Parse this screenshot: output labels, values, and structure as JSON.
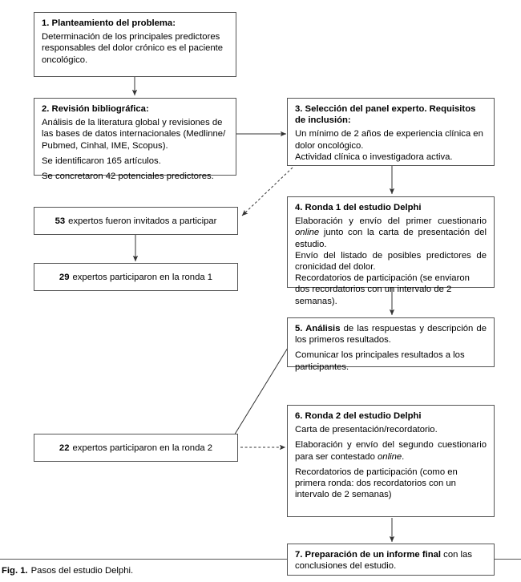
{
  "figure": {
    "caption_label": "Fig. 1.",
    "caption_text": "Pasos del estudio Delphi.",
    "line_color": "#555555",
    "background": "#ffffff"
  },
  "boxes": {
    "step1": {
      "heading": "1. Planteamiento del problema:",
      "body1": "Determinación de los principales predictores responsables del dolor crónico es el paciente oncológico."
    },
    "step2": {
      "heading": "2. Revisión bibliográfica:",
      "body1": "Análisis de la literatura global y revisiones de las bases de datos internacionales (Medlinne/ Pubmed, Cinhal, IME, Scopus).",
      "body2": "Se identificaron 165 artículos.",
      "body3": "Se concretaron 42 potenciales predictores."
    },
    "step3": {
      "heading": "3. Selección del panel experto. Requisitos de inclusión:",
      "body1": "Un mínimo de 2 años de experiencia clínica en dolor oncológico.",
      "body2": "Actividad clínica o investigadora activa."
    },
    "step4": {
      "heading": "4. Ronda 1 del estudio Delphi",
      "body1_a": "Elaboración y envío del primer cuestionario ",
      "body1_it": "online",
      "body1_b": " junto con la carta de presentación del estudio.",
      "body2": "Envío del listado de posibles predictores de cronicidad del dolor.",
      "body3": "Recordatorios de participación (se enviaron dos recordatorios con un intervalo de 2 semanas)."
    },
    "step5": {
      "heading": "5. Análisis",
      "heading_rest": " de las respuestas y descripción de los primeros resultados.",
      "body1": "Comunicar los principales resultados a los participantes."
    },
    "step6": {
      "heading": "6. Ronda 2 del estudio Delphi",
      "body1": "Carta de presentación/recordatorio.",
      "body2_a": "Elaboración y envío del segundo cuestionario para ser contestado ",
      "body2_it": "online",
      "body2_b": ".",
      "body3": "Recordatorios de participación (como en primera ronda: dos recordatorios con un intervalo de 2 semanas)"
    },
    "step7": {
      "heading": "7. Preparación de un informe final",
      "heading_rest": " con las conclusiones del estudio."
    }
  },
  "counts": {
    "invited": {
      "number": "53",
      "label": "expertos fueron invitados a participar"
    },
    "round1": {
      "number": "29",
      "label": "expertos participaron en la ronda 1"
    },
    "round2": {
      "number": "22",
      "label": "expertos participaron en la ronda 2"
    }
  }
}
